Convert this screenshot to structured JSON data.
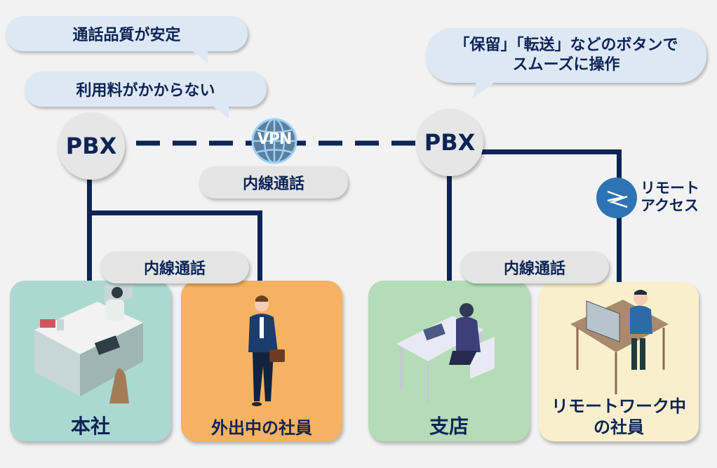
{
  "colors": {
    "navy": "#0d2456",
    "background": "#f2f2f2",
    "bubble": "#dde8f5",
    "pill": "#e4e4e4",
    "pbx_node": "#e6e6e6",
    "vpn_globe": "#5d7f9e",
    "remote_access_icon": "#2e74b5",
    "card_headquarters": "#acd8d2",
    "card_mobile_employee": "#f5b262",
    "card_branch": "#b3dcb7",
    "card_remote_employee": "#faefcc"
  },
  "bubbles": {
    "call_quality": "通話品質が安定",
    "no_fee": "利用料がかからない",
    "buttons_line1": "「保留」「転送」などのボタンで",
    "buttons_line2": "スムーズに操作"
  },
  "nodes": {
    "pbx_left": "PBX",
    "pbx_right": "PBX",
    "vpn": "VPN",
    "remote_access_line1": "リモート",
    "remote_access_line2": "アクセス"
  },
  "pills": {
    "extension_vpn": "内線通話",
    "extension_left": "内線通話",
    "extension_right": "内線通話"
  },
  "cards": [
    {
      "label": "本社",
      "icon": "office-desk-phone-illustration"
    },
    {
      "label": "外出中の社員",
      "icon": "businessman-mobile-illustration"
    },
    {
      "label": "支店",
      "icon": "branch-desk-phone-illustration"
    },
    {
      "label_line1": "リモートワーク中",
      "label_line2": "の社員",
      "icon": "remote-worker-computer-illustration"
    }
  ]
}
